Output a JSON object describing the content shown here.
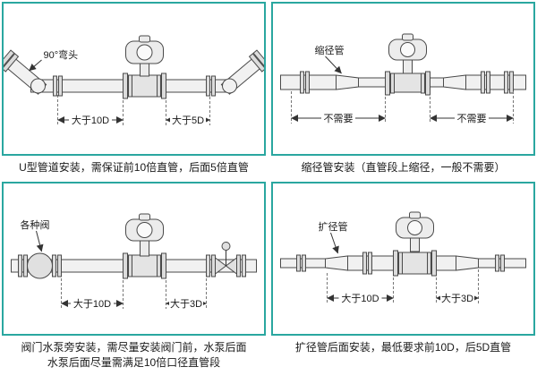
{
  "colors": {
    "panel_border": "#2aa7a0",
    "diagram_line": "#444444",
    "text": "#1a1a1a"
  },
  "panels": [
    {
      "id": "u-pipe",
      "label": "90°弯头",
      "dim_left": "大于10D",
      "dim_right": "大于5D",
      "captions": [
        "U型管道安装，需保证前10倍直管，后面5倍直管"
      ]
    },
    {
      "id": "reducer",
      "label": "缩径管",
      "dim_left": "不需要",
      "dim_right": "不需要",
      "captions": [
        "缩径管安装（直管段上缩径，一般不需要）"
      ]
    },
    {
      "id": "valve-pump",
      "label": "各种阀",
      "dim_left": "大于10D",
      "dim_right": "大于3D",
      "captions": [
        "阀门水泵旁安装，需尽量安装阀门前，水泵后面",
        "水泵后面尽量需满足10倍口径直管段"
      ]
    },
    {
      "id": "expander",
      "label": "扩径管",
      "dim_left": "大于10D",
      "dim_right": "大于3D",
      "captions": [
        "扩径管后面安装，最低要求前10D，后5D直管"
      ]
    }
  ]
}
